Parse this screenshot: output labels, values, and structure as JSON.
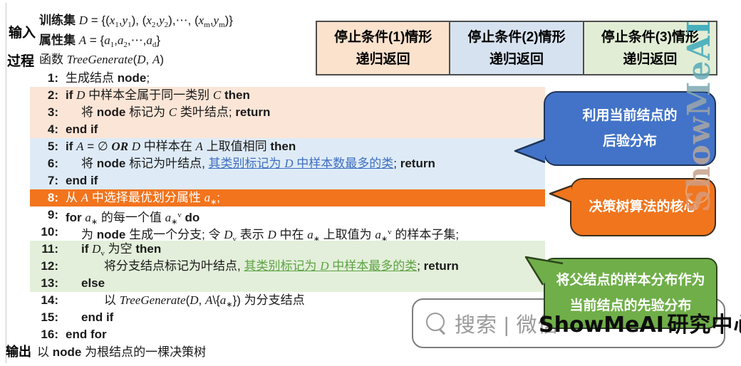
{
  "algorithm": {
    "input_label": "输入",
    "process_label": "过程",
    "output_label": "输出",
    "input_line1_html": "<b>训练集</b> <i>D</i> = {(<i>x</i><sub>1</sub>,<i>y</i><sub>1</sub>), (<i>x</i><sub>2</sub>,<i>y</i><sub>2</sub>),⋯, (<i>x</i><sub>m</sub>,<i>y</i><sub>m</sub>)}",
    "input_line2_html": "<b>属性集</b> <i>A</i> = {<i>a</i><sub>1</sub>,<i>a</i><sub>2</sub>,⋯,<i>a</i><sub>d</sub>}",
    "process_header_html": "函数 <i>TreeGenerate</i>(<i>D</i>, <i>A</i>)",
    "output_html": "以 <b>node</b> 为根结点的一棵决策树",
    "lines": [
      {
        "num": "1:",
        "indent": 0,
        "band": "none",
        "html": "生成结点 <b>node</b>;"
      },
      {
        "num": "2:",
        "indent": 0,
        "band": "peach",
        "html": "<b>if</b> <i>D</i> 中样本全属于同一类别 <i>C</i> <b>then</b>"
      },
      {
        "num": "3:",
        "indent": 1,
        "band": "peach",
        "html": "将 <b>node</b> 标记为 <i>C</i> 类叶结点; <b>return</b>"
      },
      {
        "num": "4:",
        "indent": 0,
        "band": "peach",
        "html": "<b>end if</b>"
      },
      {
        "num": "5:",
        "indent": 0,
        "band": "blue",
        "html": "<b>if</b> <i>A</i> = ∅ <b><i>OR</i></b> <i>D</i> 中样本在 <i>A</i> 上取值相同 <b>then</b>"
      },
      {
        "num": "6:",
        "indent": 1,
        "band": "blue",
        "html": "将 <b>node</b> 标记为叶结点, <span class=\"u-blue\">其类别标记为 <i>D</i> 中样本数最多的类</span>; <b>return</b>"
      },
      {
        "num": "7:",
        "indent": 0,
        "band": "blue",
        "html": "<b>end if</b>"
      },
      {
        "num": "8:",
        "indent": 0,
        "band": "orange",
        "html": "从 <i>A</i> 中选择最优划分属性 <i>a</i><sub>∗</sub>;"
      },
      {
        "num": "9:",
        "indent": 0,
        "band": "none",
        "html": "<b>for</b> <i>a</i><sub>∗</sub> 的每一个值 <i>a</i><sub>∗</sub><sup>v</sup> <b>do</b>"
      },
      {
        "num": "10:",
        "indent": 1,
        "band": "none",
        "html": "为 <b>node</b> 生成一个分支; 令 <i>D</i><sub>v</sub> 表示 <i>D</i> 中在 <i>a</i><sub>∗</sub> 上取值为 <i>a</i><sub>∗</sub><sup>v</sup> 的样本子集;"
      },
      {
        "num": "11:",
        "indent": 1,
        "band": "green",
        "html": "<b>if</b> <i>D</i><sub>v</sub> 为空 <b>then</b>"
      },
      {
        "num": "12:",
        "indent": 2,
        "band": "green",
        "html": "将分支结点标记为叶结点, <span class=\"u-green\">其类别标记为 <i>D</i> 中样本最多的类</span>; <b>return</b>"
      },
      {
        "num": "13:",
        "indent": 1,
        "band": "green",
        "html": "<b>else</b>"
      },
      {
        "num": "14:",
        "indent": 2,
        "band": "none",
        "html": "以 <i>TreeGenerate</i>(<i>D</i>, <i>A</i>\\{<i>a</i><sub>∗</sub>}) 为分支结点"
      },
      {
        "num": "15:",
        "indent": 1,
        "band": "none",
        "html": "<b>end if</b>"
      },
      {
        "num": "16:",
        "indent": 0,
        "band": "none",
        "html": "<b>end for</b>"
      }
    ]
  },
  "stop_boxes": [
    {
      "line1": "停止条件(1)情形",
      "line2": "递归返回",
      "bg": "#fbe2cd"
    },
    {
      "line1": "停止条件(2)情形",
      "line2": "递归返回",
      "bg": "#d7e2f0"
    },
    {
      "line1": "停止条件(3)情形",
      "line2": "递归返回",
      "bg": "#e2edd5"
    }
  ],
  "callouts": {
    "blue": {
      "line1": "利用当前结点的",
      "line2": "后验分布",
      "bg": "#4273c8"
    },
    "orange": {
      "line1": "决策树算法的核心",
      "bg": "#f0751d"
    },
    "green": {
      "line1": "将父结点的样本分布作为",
      "line2": "当前结点的先验分布",
      "bg": "#6fae49"
    }
  },
  "search_box": {
    "placeholder": "搜索 | 微信"
  },
  "brand": {
    "latin": "ShowMeAI",
    "cn": "研究中心"
  },
  "watermark": {
    "text": "ShowMeAI"
  },
  "colors": {
    "band_peach": "#fbe5d6",
    "band_blue": "#deebf7",
    "band_green": "#e3efda",
    "band_orange": "#f2741d",
    "bubble_blue": "#4273c8",
    "bubble_orange": "#f0751d",
    "bubble_green": "#6fae49"
  }
}
